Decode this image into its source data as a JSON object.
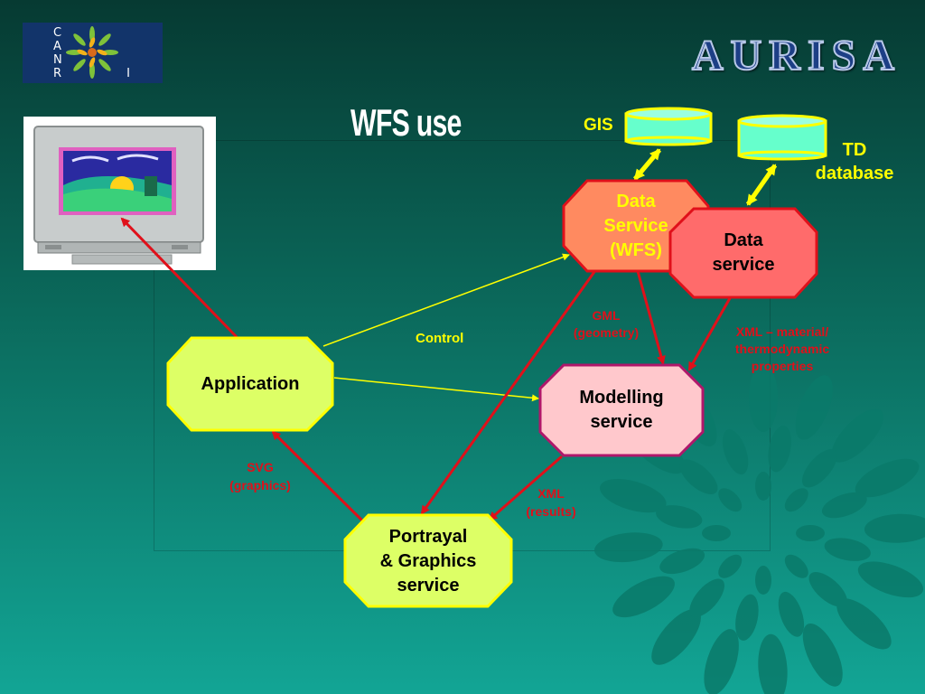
{
  "logo": {
    "letters": "C A N R I"
  },
  "brand": {
    "name": "AURISA"
  },
  "title": "WFS use",
  "nodes": {
    "application": "Application",
    "data_service_wfs": [
      "Data",
      "Service",
      "(WFS)"
    ],
    "data_service": [
      "Data",
      "service"
    ],
    "modelling": [
      "Modelling",
      "service"
    ],
    "portrayal": [
      "Portrayal",
      "& Graphics",
      "service"
    ]
  },
  "databases": {
    "gis": "GIS",
    "td": [
      "TD",
      "database"
    ]
  },
  "edge_labels": {
    "control": "Control",
    "gml": [
      "GML",
      "(geometry)"
    ],
    "xml_material": [
      "XML – material/",
      "thermodynamic",
      "properties"
    ],
    "svg": [
      "SVG",
      "(graphics)"
    ],
    "xml_results": [
      "XML",
      "(results)"
    ]
  },
  "colors": {
    "application_fill": "#ddff66",
    "wfs_fill": "#ff8a60",
    "data_service_fill": "#ff6b6b",
    "modelling_fill": "#ffc8cc",
    "portrayal_fill": "#ddff66",
    "db_fill": "#66ffcc",
    "red_arrow": "#e0101a",
    "yellow": "#ffff00"
  }
}
